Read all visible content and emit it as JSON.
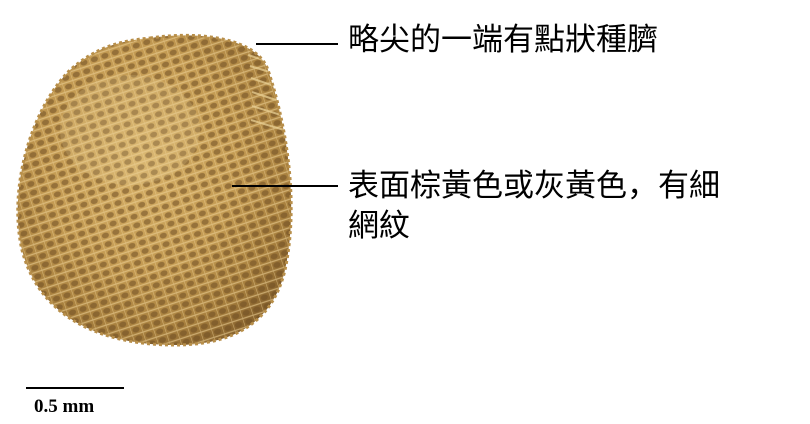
{
  "annotations": {
    "hilum": "略尖的一端有點狀種臍",
    "surface_line1": "表面棕黃色或灰黃色，有細",
    "surface_line2": "網紋"
  },
  "scale_bar": {
    "label": "0.5 mm"
  },
  "colors": {
    "seed_base": "#c39a52",
    "seed_light": "#e3c57f",
    "seed_dark": "#7b5a2c",
    "text": "#000000"
  }
}
